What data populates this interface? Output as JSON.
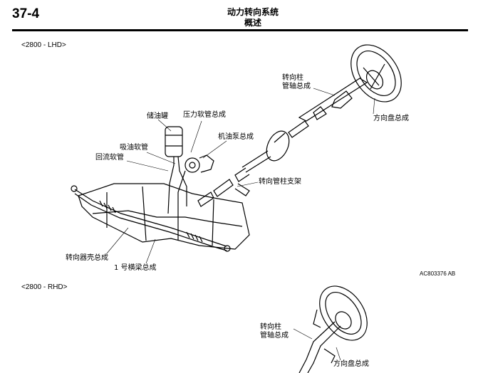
{
  "header": {
    "page_number": "37-4",
    "chapter_title": "动力转向系统",
    "section_title": "概述"
  },
  "lhd": {
    "variant_label": "<2800 - LHD>",
    "callouts": {
      "steering_column_shaft": [
        "转向柱",
        "管轴总成"
      ],
      "steering_wheel": "方向盘总成",
      "reservoir": "储油罐",
      "pressure_hose": "压力软管总成",
      "oil_pump": "机油泵总成",
      "suction_hose": "吸油软管",
      "return_hose": "回流软管",
      "column_bracket": "转向管柱支架",
      "gear_housing": "转向器壳总成",
      "crossmember": "1 号横梁总成"
    },
    "figure_code": "AC803376 AB"
  },
  "rhd": {
    "variant_label": "<2800 - RHD>",
    "callouts": {
      "steering_column_shaft": [
        "转向柱",
        "管轴总成"
      ],
      "steering_wheel": "方向盘总成"
    }
  }
}
